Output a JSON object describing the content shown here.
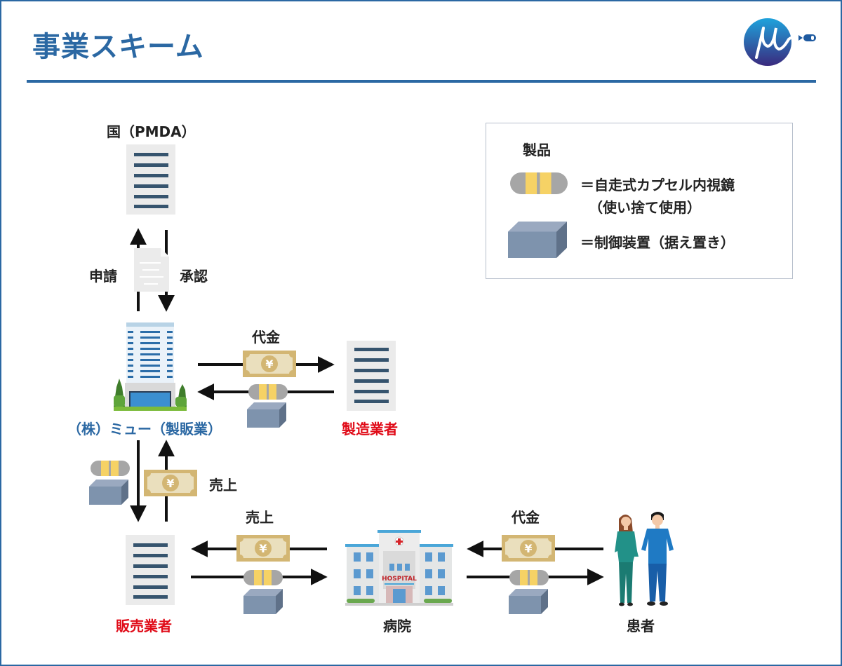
{
  "header": {
    "title": "事業スキーム",
    "logo_icon": "mu-logo-icon"
  },
  "colors": {
    "brand": "#2b68a3",
    "alert_red": "#e00b18",
    "doc_line": "#36546e",
    "capsule_yellow": "#f6d265",
    "capsule_gray": "#a6a6a6",
    "device_blue": "#7e93ad",
    "bill_gold": "#d3b673"
  },
  "legend": {
    "title": "製品",
    "items": [
      {
        "icon": "capsule-icon",
        "line1": "＝自走式カプセル内視鏡",
        "line2": "（使い捨て使用）"
      },
      {
        "icon": "control-device-icon",
        "line1": "＝制御装置（据え置き）"
      }
    ]
  },
  "nodes": {
    "pmda": {
      "label": "国（PMDA）",
      "icon": "document-icon"
    },
    "mu": {
      "label": "（株）ミュー（製販業）",
      "icon": "office-building-icon"
    },
    "manufacturer": {
      "label": "製造業者",
      "icon": "document-icon"
    },
    "distributor": {
      "label": "販売業者",
      "icon": "document-icon"
    },
    "hospital": {
      "label": "病院",
      "icon": "hospital-icon",
      "sign": "HOSPITAL"
    },
    "patient": {
      "label": "患者",
      "icon": "patients-icon"
    }
  },
  "flows": {
    "application": "申請",
    "approval": "承認",
    "mu_to_manufacturer_payment": "代金",
    "distributor_to_mu_sales": "売上",
    "hospital_to_distributor_sales": "売上",
    "patient_to_hospital_payment": "代金"
  },
  "bill": {
    "symbol": "¥"
  }
}
